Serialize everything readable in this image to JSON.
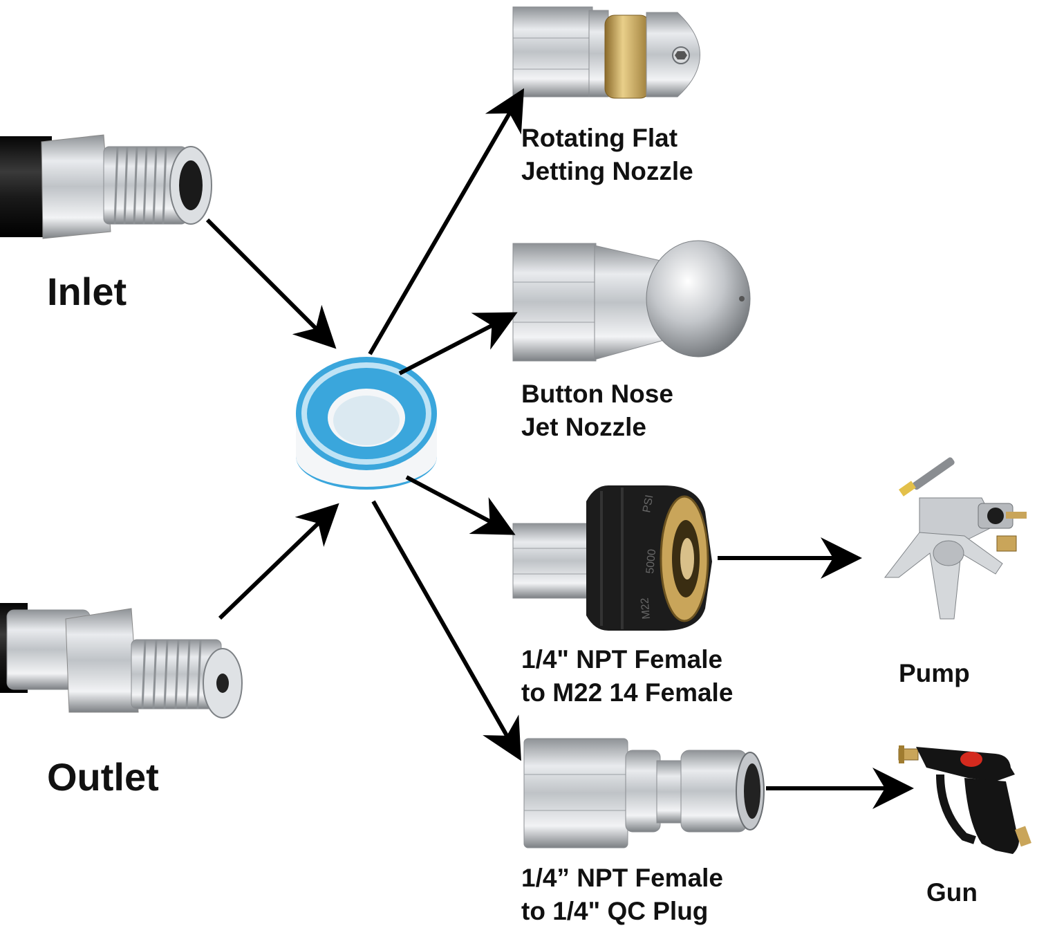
{
  "labels": {
    "inlet": "Inlet",
    "outlet": "Outlet",
    "rotating_nozzle": [
      "Rotating Flat",
      "Jetting Nozzle"
    ],
    "button_nozzle": [
      "Button Nose",
      "Jet Nozzle"
    ],
    "m22_adapter": [
      "1/4\" NPT Female",
      "to M22 14 Female"
    ],
    "qc_adapter": [
      "1/4” NPT Female",
      "to 1/4\" QC Plug"
    ],
    "pump": "Pump",
    "gun": "Gun"
  },
  "part_markings": {
    "m22_nut_top": "PSI",
    "m22_nut_mid": "5000",
    "m22_nut_bottom": "M22"
  },
  "colors": {
    "tape_blue": "#3aa6dc",
    "tape_white": "#f4f6f8",
    "hose_black": "#1b1b1b",
    "steel": "#c9ccd0",
    "brass": "#c9a55a",
    "arrow": "#000000",
    "gun_red": "#d42a1e"
  },
  "icons": [
    "teflon-tape-roll-icon",
    "hose-inlet-fitting-icon",
    "hose-outlet-fitting-icon",
    "rotating-nozzle-icon",
    "button-nozzle-icon",
    "m22-adapter-icon",
    "qc-plug-adapter-icon",
    "pump-icon",
    "spray-gun-icon"
  ]
}
